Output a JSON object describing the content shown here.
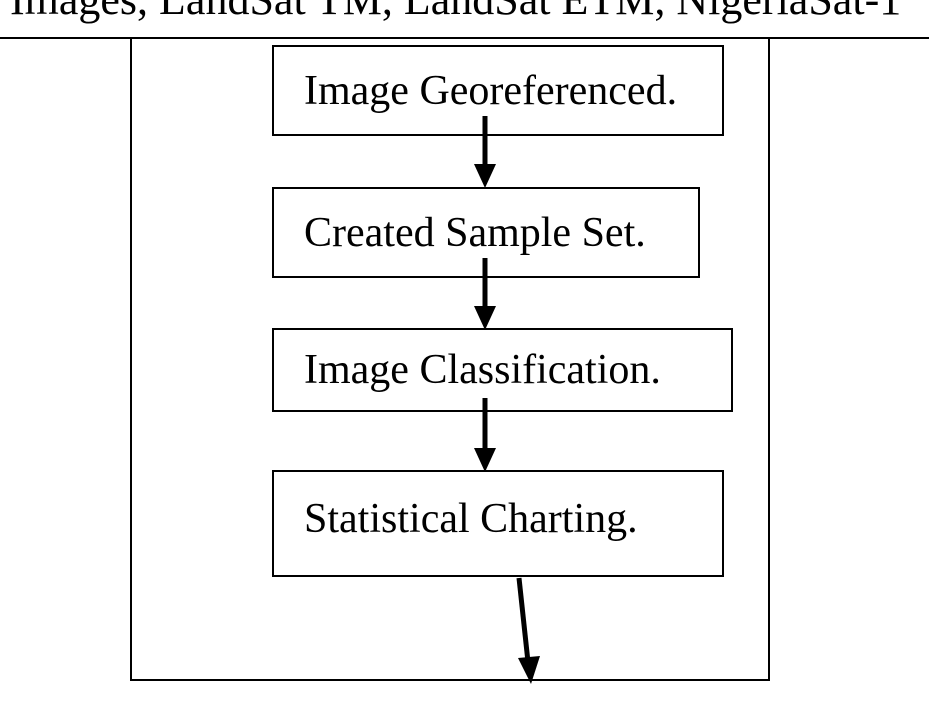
{
  "header": {
    "text": "Images, LandSat TM, LandSat ETM, NigeriaSat-1"
  },
  "steps": [
    {
      "label": "Image Georeferenced."
    },
    {
      "label": "Created Sample Set."
    },
    {
      "label": "Image Classification."
    },
    {
      "label": "Statistical Charting."
    }
  ]
}
